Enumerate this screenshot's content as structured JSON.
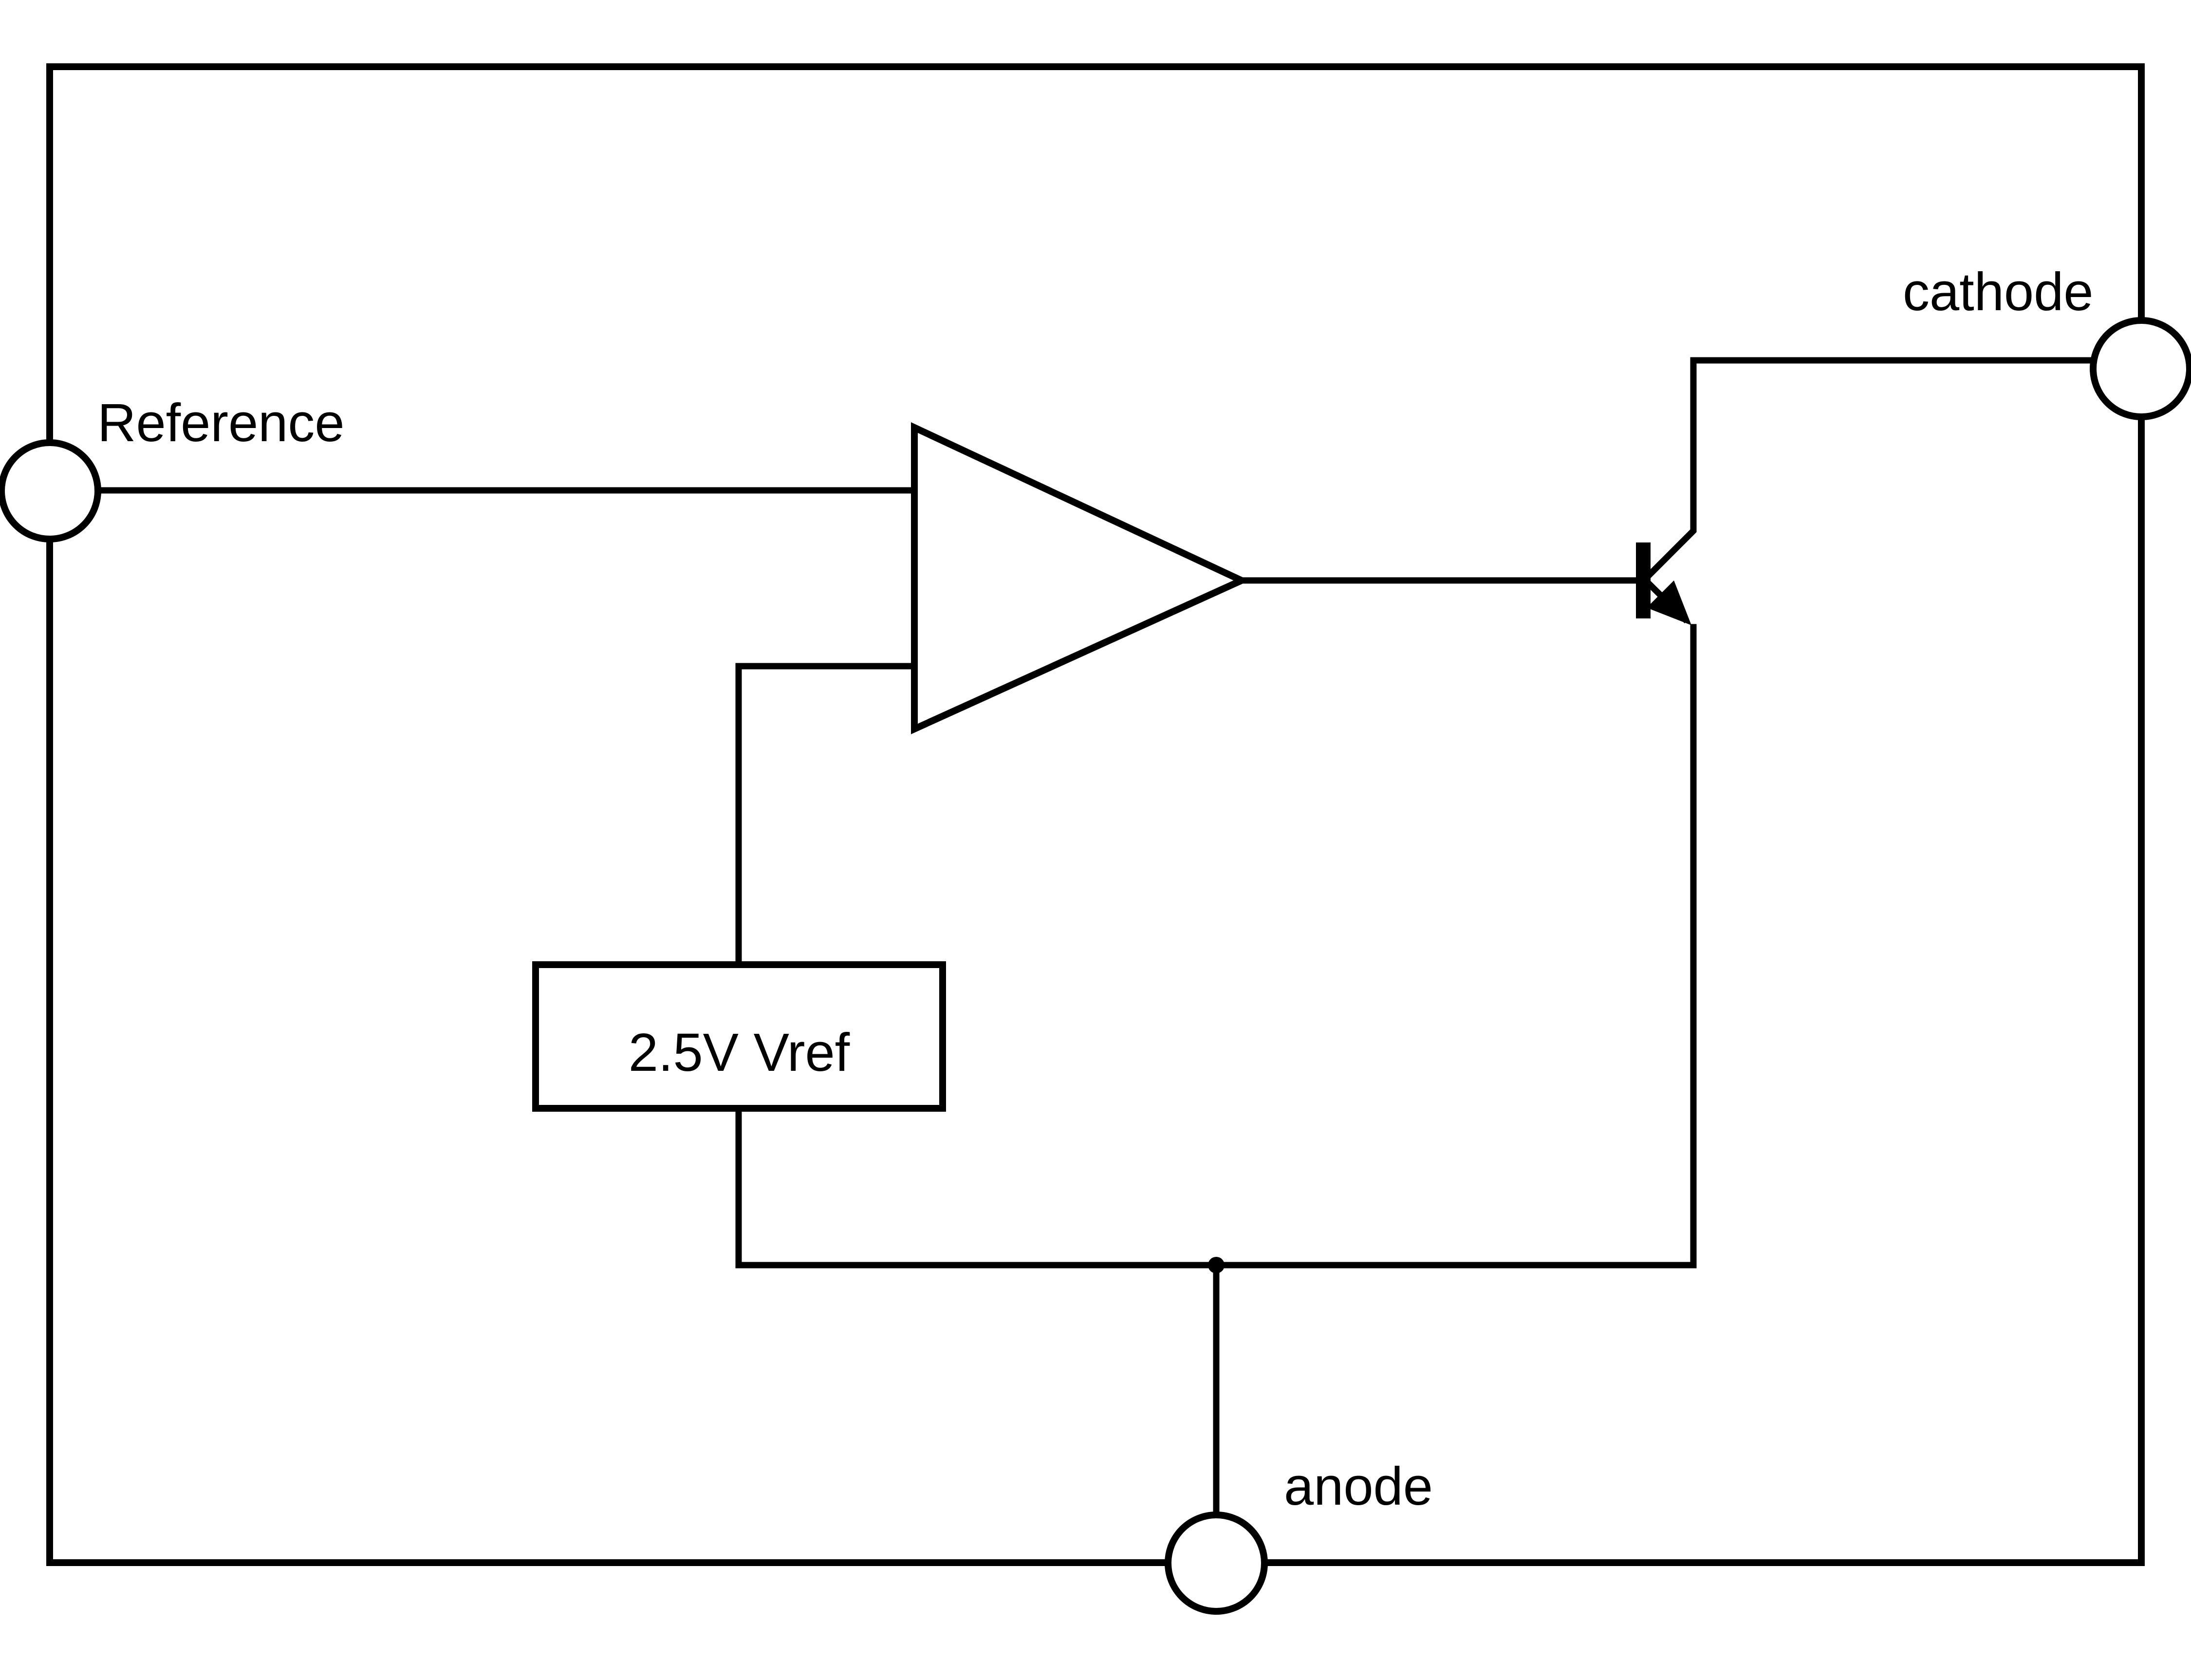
{
  "diagram": {
    "kind": "shunt-regulator-functional-block-diagram"
  },
  "colors": {
    "line": "#000000",
    "background": "#ffffff"
  },
  "terminals": [
    {
      "id": "reference",
      "label": "Reference"
    },
    {
      "id": "cathode",
      "label": "cathode"
    },
    {
      "id": "anode",
      "label": "anode"
    }
  ],
  "blocks": {
    "vref_label": "2.5V Vref"
  },
  "components": {
    "amplifier": "error-amplifier-opamp",
    "transistor": "npn-output-transistor"
  }
}
